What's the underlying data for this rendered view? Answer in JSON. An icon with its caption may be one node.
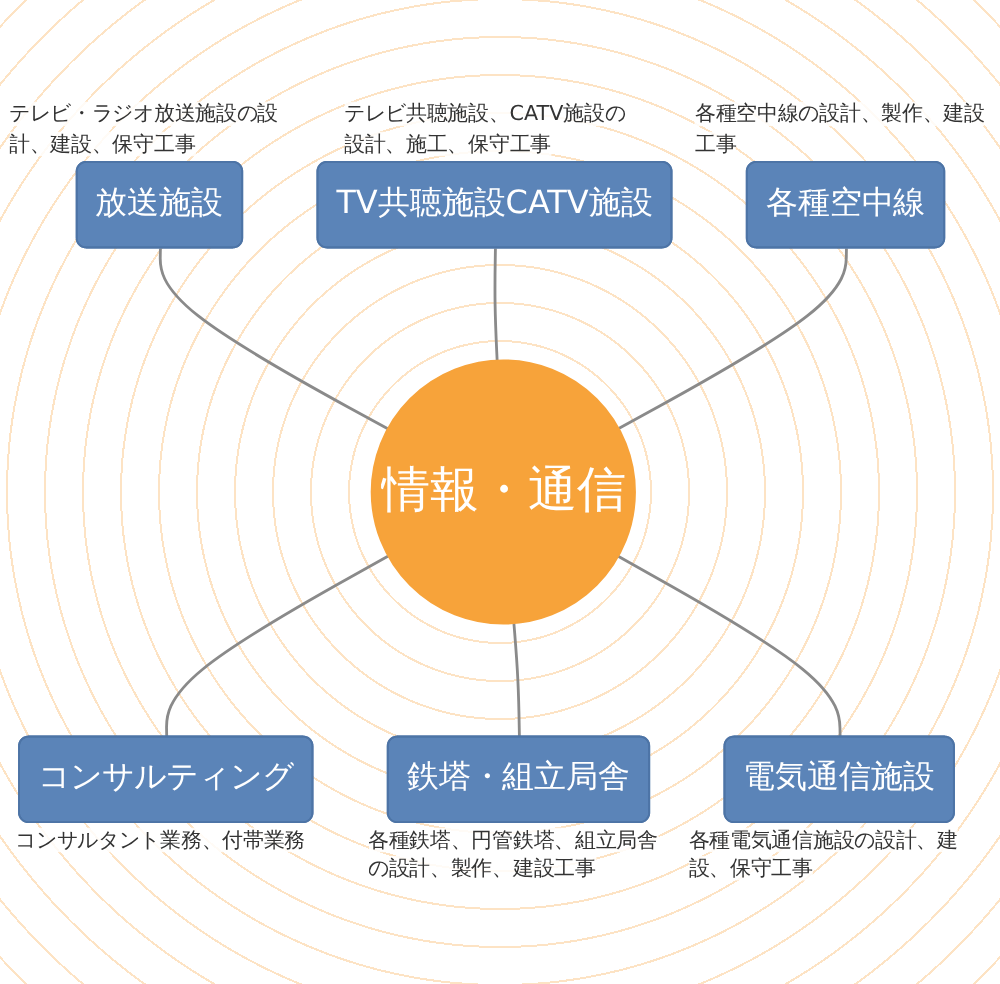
{
  "diagram": {
    "nodes": [
      {
        "text": [
          "放送施設"
        ],
        "beside": [
          "テレビ・ラジオ放送施設の設計、建設、保守工事"
        ]
      },
      {
        "text": [
          "TV共聴施設CATV施設"
        ],
        "beside": [
          "テレビ共聴施設、CATV施設の設計、施工、保守工事"
        ]
      },
      {
        "text": [
          "各種空中線"
        ],
        "beside": [
          "各種空中線の設計、製作、建設工事"
        ]
      },
      {
        "text": [
          "情報・通信"
        ]
      },
      {
        "text": [
          "コンサルティング"
        ],
        "beside": [
          "コンサルタント業務、付帯業務"
        ]
      },
      {
        "text": [
          "鉄塔・組立局舎"
        ],
        "beside": [
          "各種鉄塔、円管鉄塔、組立局舎の設計、製作、建設工事"
        ]
      },
      {
        "text": [
          "電気通信施設"
        ],
        "beside": [
          "各種電気通信施設の設計、建設、保守工事"
        ]
      }
    ],
    "edges": [
      {
        "from": 0,
        "to": 3,
        "arrow": "none"
      },
      {
        "from": 1,
        "to": 3,
        "arrow": "none"
      },
      {
        "from": 2,
        "to": 3,
        "arrow": "none"
      },
      {
        "from": 3,
        "to": 4,
        "arrow": "none"
      },
      {
        "from": 3,
        "to": 5,
        "arrow": "none"
      },
      {
        "from": 3,
        "to": 6,
        "arrow": "none"
      }
    ]
  }
}
